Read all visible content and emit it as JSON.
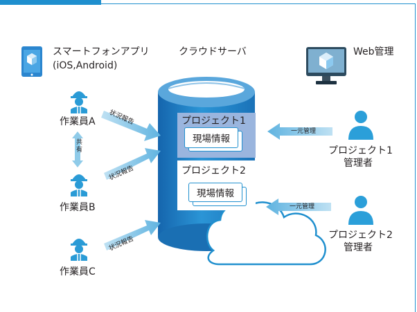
{
  "app": {
    "title": "スマートフォンアプリ",
    "platform": "(iOS,Android)"
  },
  "server": {
    "title": "クラウドサーバ",
    "project1": {
      "title": "プロジェクト1",
      "card": "現場情報"
    },
    "project2": {
      "title": "プロジェクト2",
      "card": "現場情報"
    }
  },
  "web": {
    "title": "Web管理"
  },
  "workers": [
    {
      "name": "作業員A",
      "report": "状況報告"
    },
    {
      "name": "作業員B",
      "report": "状況報告"
    },
    {
      "name": "作業員C",
      "report": "状況報告"
    }
  ],
  "share": {
    "line1": "共",
    "line2": "有"
  },
  "managers": [
    {
      "line1": "プロジェクト1",
      "line2": "管理者",
      "action": "一元管理"
    },
    {
      "line1": "プロジェクト2",
      "line2": "管理者",
      "action": "一元管理"
    }
  ],
  "colors": {
    "primary": "#1f8fce",
    "arrow_light": "#8fcbe9",
    "project1_bg": "#9ab5de",
    "card_border": "#1f8fce",
    "worker_icon": "#2a9bd6",
    "manager_icon": "#2b9fd9"
  },
  "icons": {
    "app": "smartphone-icon",
    "web": "monitor-icon",
    "worker": "worker-helmet-icon",
    "manager": "person-icon",
    "cloud": "cloud-icon",
    "server": "database-cylinder-icon"
  }
}
